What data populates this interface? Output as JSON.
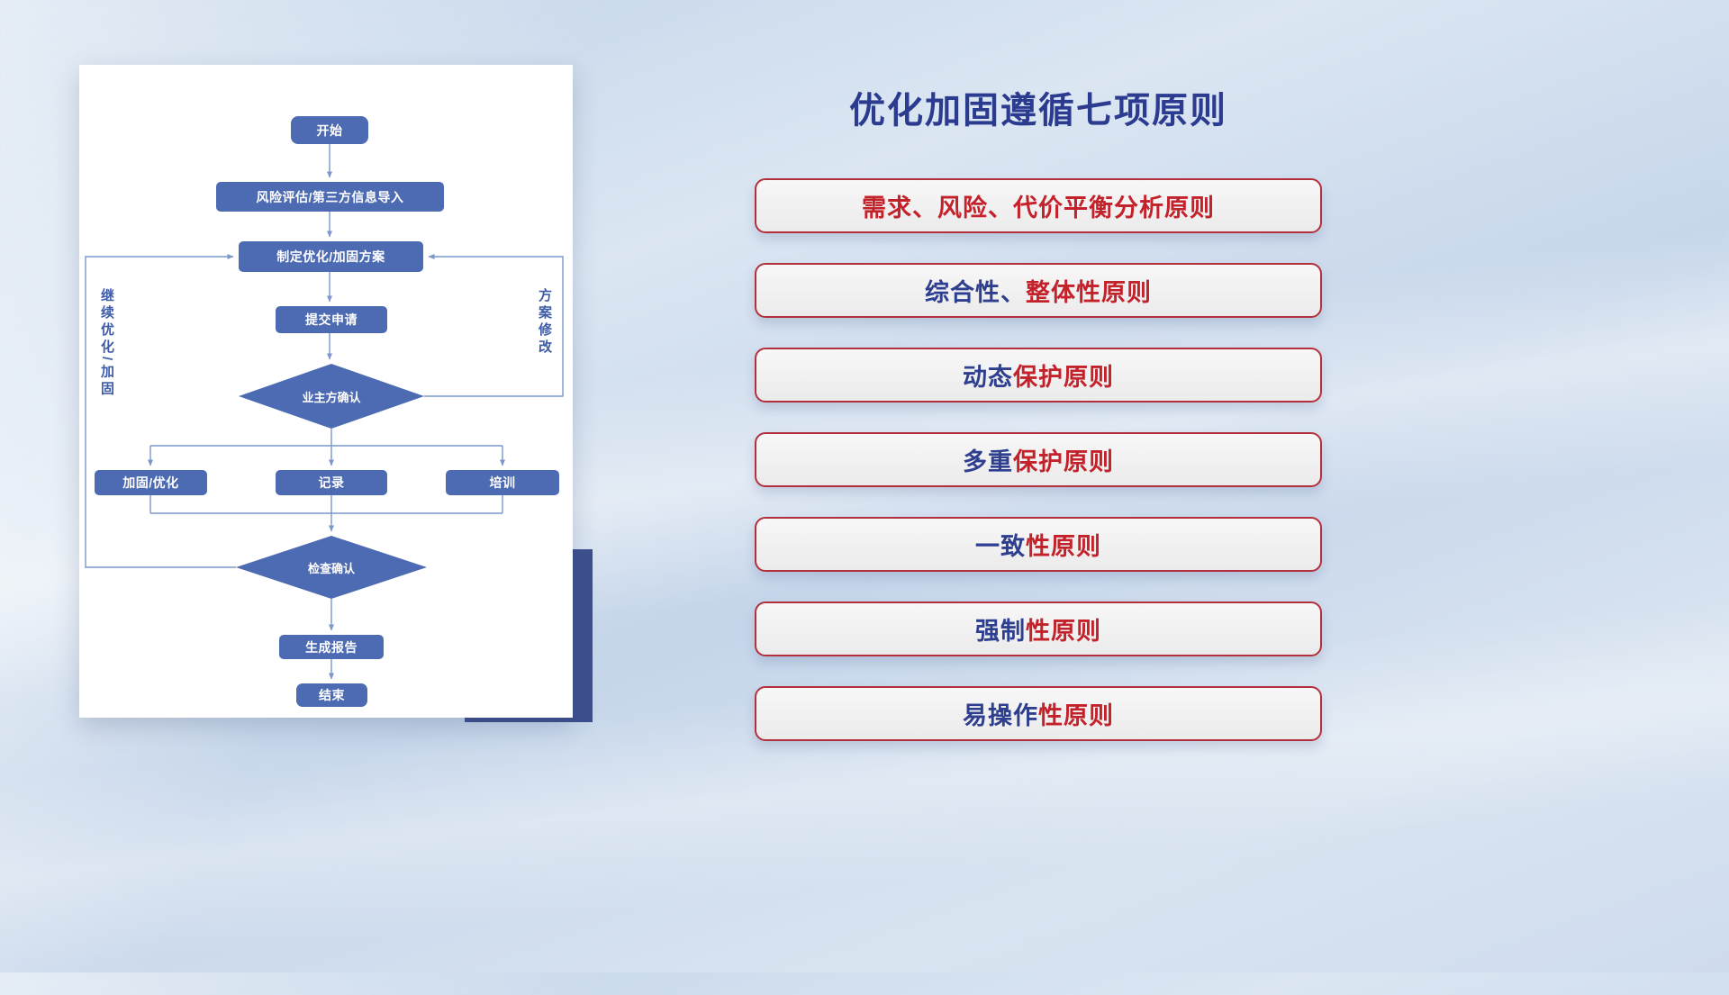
{
  "title": "优化加固遵循七项原则",
  "flowchart": {
    "start": "开始",
    "risk_import": "风险评估/第三方信息导入",
    "plan": "制定优化/加固方案",
    "submit": "提交申请",
    "owner_confirm": "业主方确认",
    "reinforce": "加固/优化",
    "record": "记录",
    "training": "培训",
    "check_confirm": "检查确认",
    "report": "生成报告",
    "end": "结束",
    "loop_left": "继续优化/加固",
    "loop_right": "方案修改"
  },
  "principles": {
    "items": [
      {
        "navy": "",
        "red": "需求、风险、代价平衡分析原则"
      },
      {
        "navy": "综合性、",
        "red": "整体性原则"
      },
      {
        "navy": "动态",
        "red": "保护原则"
      },
      {
        "navy": "多重",
        "red": "保护原则"
      },
      {
        "navy": "一致",
        "red": "性原则"
      },
      {
        "navy": "强制",
        "red": "性原则"
      },
      {
        "navy": "易操作",
        "red": "性原则"
      }
    ]
  },
  "colors": {
    "title_navy": "#2b3b90",
    "principle_navy": "#2e3f8f",
    "principle_red": "#c4222b",
    "principle_border": "#b22f3b",
    "node_blue": "#4d6bb3",
    "connector_blue": "#7b97cc",
    "accent_block_navy": "#3d4f8e",
    "background_blue": "#cfdcee"
  }
}
